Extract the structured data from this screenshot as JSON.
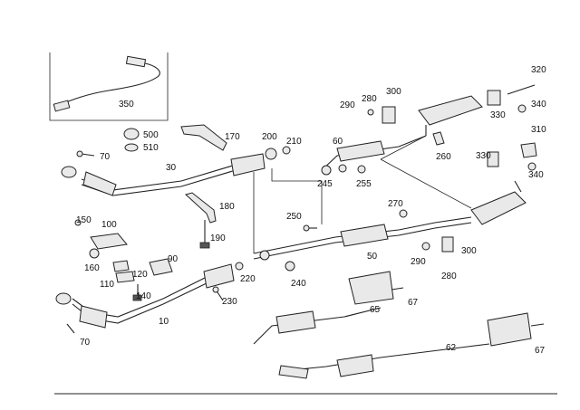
{
  "diagram": {
    "labels": {
      "p350": "350",
      "p500": "500",
      "p510": "510",
      "p70a": "70",
      "p30": "30",
      "p170": "170",
      "p200": "200",
      "p210": "210",
      "p60": "60",
      "p245": "245",
      "p255": "255",
      "p280a": "280",
      "p290a": "290",
      "p300a": "300",
      "p260": "260",
      "p320": "320",
      "p340a": "340",
      "p330a": "330",
      "p310": "310",
      "p330b": "330",
      "p340b": "340",
      "p150": "150",
      "p100": "100",
      "p190": "190",
      "p180": "180",
      "p250": "250",
      "p270": "270",
      "p300b": "300",
      "p290b": "290",
      "p280b": "280",
      "p160": "160",
      "p120": "120",
      "p90": "90",
      "p110": "110",
      "p140": "140",
      "p220": "220",
      "p240": "240",
      "p50": "50",
      "p230": "230",
      "p10": "10",
      "p70b": "70",
      "p65": "65",
      "p67a": "67",
      "p62": "62",
      "p67b": "67"
    }
  }
}
